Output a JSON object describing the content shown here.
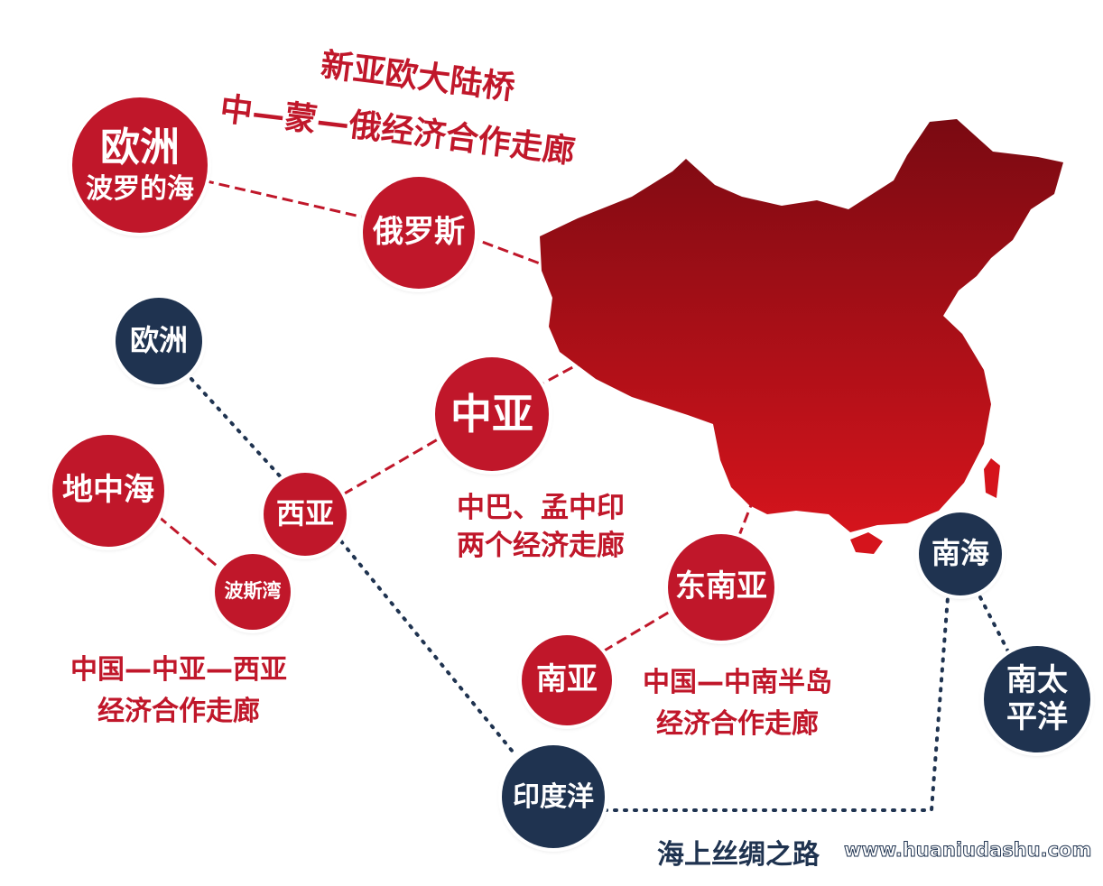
{
  "title": {
    "line1": "新亚欧大陆桥",
    "line2": "中—蒙—俄经济合作走廊"
  },
  "nodes": {
    "europe_baltic": {
      "line1": "欧洲",
      "line2": "波罗的海"
    },
    "russia": {
      "label": "俄罗斯"
    },
    "europe": {
      "label": "欧洲"
    },
    "central_asia": {
      "label": "中亚"
    },
    "mediterranean": {
      "label": "地中海"
    },
    "west_asia": {
      "label": "西亚"
    },
    "persian_gulf": {
      "label": "波斯湾"
    },
    "southeast_asia": {
      "label": "东南亚"
    },
    "south_asia": {
      "label": "南亚"
    },
    "indian_ocean": {
      "label": "印度洋"
    },
    "south_china_sea": {
      "label": "南海"
    },
    "south_pacific": {
      "line1": "南太",
      "line2": "平洋"
    }
  },
  "captions": {
    "cpec_bcim": {
      "line1": "中巴、孟中印",
      "line2": "两个经济走廊"
    },
    "china_ca_wa": {
      "line1": "中国—中亚—西亚",
      "line2": "经济合作走廊"
    },
    "china_indochina": {
      "line1": "中国—中南半岛",
      "line2": "经济合作走廊"
    }
  },
  "maritime_route": "海上丝绸之路",
  "watermark": "www.huaniudashu.com",
  "colors": {
    "land_route": "#c0172a",
    "sea_route": "#1f3350",
    "map_light": "#d5141c",
    "map_dark": "#7a0a12"
  }
}
